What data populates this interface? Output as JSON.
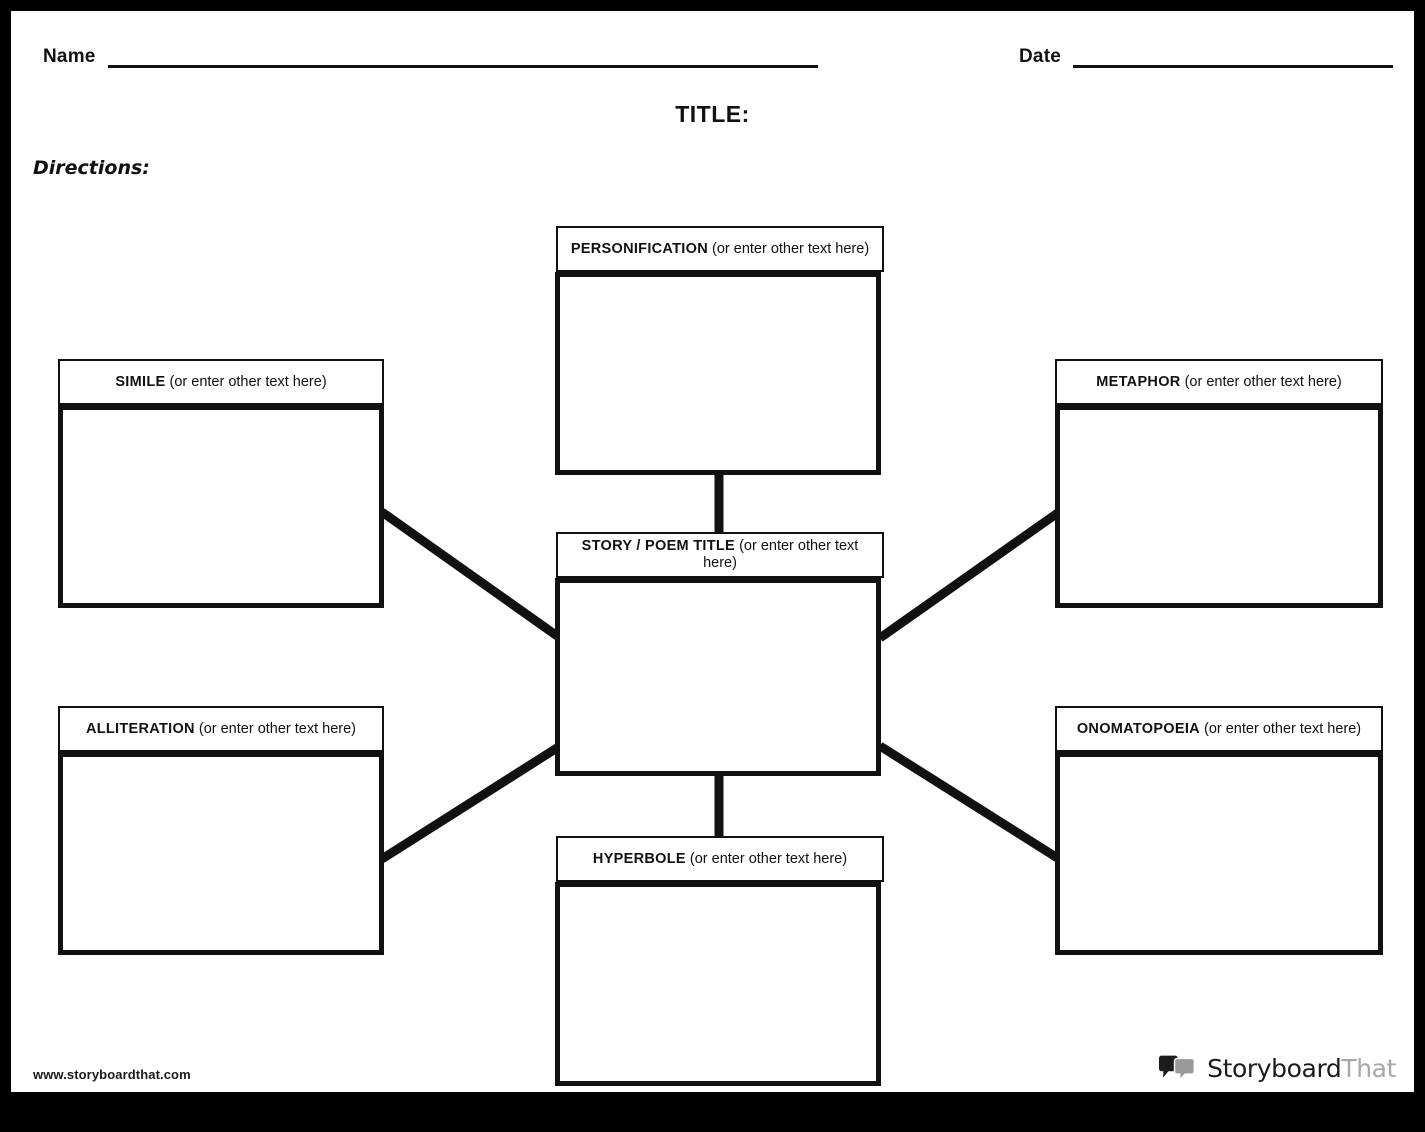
{
  "page": {
    "title": "TITLE:",
    "directions_label": "Directions:",
    "name_label": "Name",
    "date_label": "Date",
    "name_value": "",
    "date_value": "",
    "title_value": "",
    "directions_value": ""
  },
  "nodes": {
    "center": {
      "term": "STORY / POEM TITLE",
      "hint": "(or enter other text here)",
      "content": ""
    },
    "personification": {
      "term": "PERSONIFICATION",
      "hint": "(or enter other text here)",
      "content": ""
    },
    "simile": {
      "term": "SIMILE",
      "hint": "(or enter other text here)",
      "content": ""
    },
    "metaphor": {
      "term": "METAPHOR",
      "hint": "(or enter other text here)",
      "content": ""
    },
    "alliteration": {
      "term": "ALLITERATION",
      "hint": "(or enter other text here)",
      "content": ""
    },
    "onomatopoeia": {
      "term": "ONOMATOPOEIA",
      "hint": "(or enter other text here)",
      "content": ""
    },
    "hyperbole": {
      "term": "HYPERBOLE",
      "hint": "(or enter other text here)",
      "content": ""
    }
  },
  "footer": {
    "url": "www.storyboardthat.com",
    "brand_primary": "Storyboard",
    "brand_secondary": "That"
  },
  "colors": {
    "ink": "#111111",
    "page_background": "#ffffff",
    "frame": "#000000",
    "brand_primary": "#1c1c1c",
    "brand_secondary": "#a8a8a8"
  }
}
